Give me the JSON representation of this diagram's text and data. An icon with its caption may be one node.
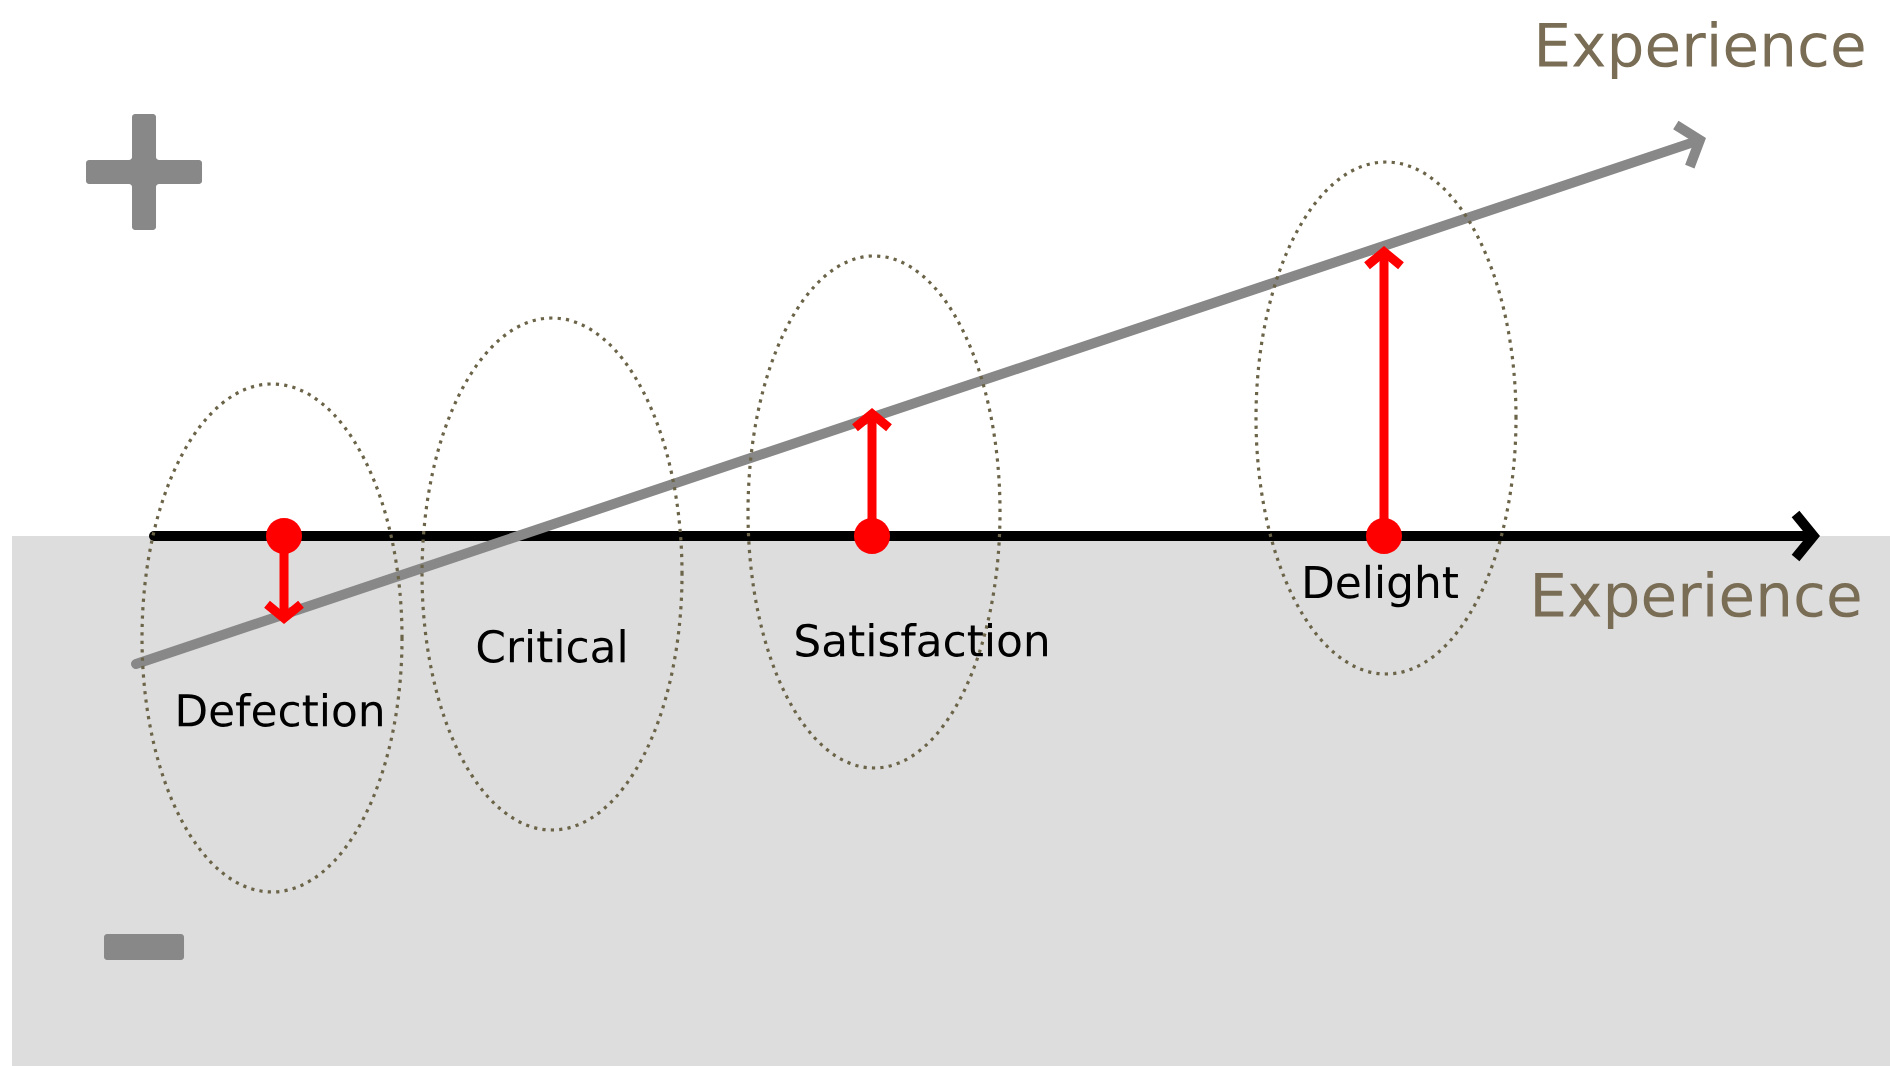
{
  "diagram": {
    "nodes": [
      {
        "text": [
          "Defection"
        ]
      },
      {
        "text": [
          "Critical"
        ]
      },
      {
        "text": [
          "Satisfaction"
        ]
      },
      {
        "text": [
          "Delight"
        ]
      }
    ],
    "labels": [
      "Experience",
      "Experience"
    ]
  }
}
